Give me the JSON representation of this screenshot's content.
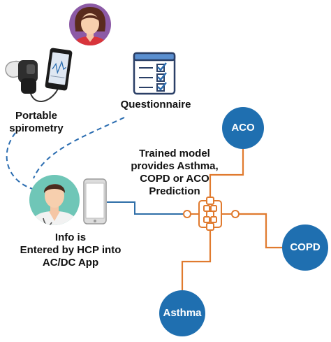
{
  "labels": {
    "spirometry_line1": "Portable",
    "spirometry_line2": "spirometry",
    "questionnaire": "Questionnaire",
    "model_line1": "Trained model",
    "model_line2": "provides Asthma,",
    "model_line3": "COPD or ACO",
    "model_line4": "Prediction",
    "info_line1": "Info is",
    "info_line2": "Entered by HCP into",
    "info_line3": "AC/DC App"
  },
  "outcomes": {
    "aco": "ACO",
    "copd": "COPD",
    "asthma": "Asthma"
  },
  "icons": [
    "patient-avatar-icon",
    "spirometer-icon",
    "phone-with-chart-icon",
    "questionnaire-checklist-icon",
    "doctor-avatar-icon",
    "smartphone-icon",
    "neural-network-icon"
  ],
  "colors": {
    "outcome_node": "#1f6fb0",
    "model_connector": "#e07a2e",
    "info_line": "#2f6ea8",
    "dashed_line": "#2a6cb0",
    "avatar_bg": "#8c5aa6",
    "doctor_bg": "#6fc6b7"
  }
}
